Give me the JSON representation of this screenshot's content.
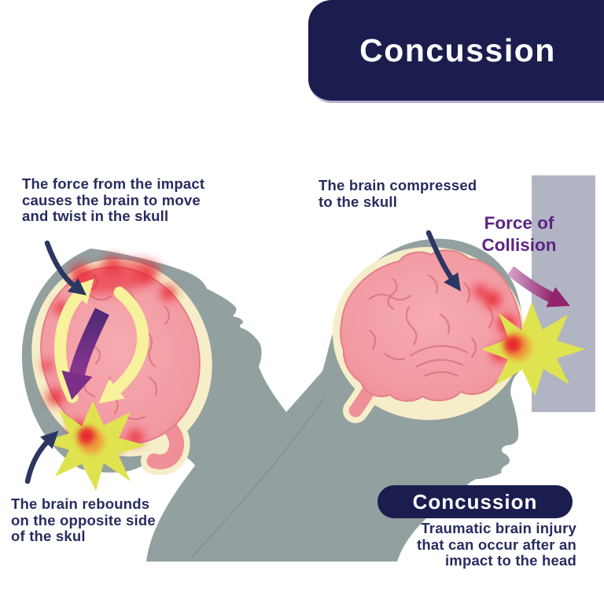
{
  "title_banner": {
    "label": "Concussion"
  },
  "annotations": {
    "impact_force": {
      "lines": [
        "The force from the impact",
        "causes the brain to move",
        "and twist in the skull"
      ]
    },
    "compressed": {
      "lines": [
        "The brain compressed",
        "to the skull"
      ]
    },
    "force_of_collision": {
      "lines": [
        "Force of",
        "Collision"
      ]
    },
    "rebound": {
      "lines": [
        "The brain rebounds",
        "on the opposite side",
        "of the skul"
      ]
    },
    "definition": {
      "heading": "Concussion",
      "lines": [
        "Traumatic brain injury",
        "that can occur after an",
        "impact to the head"
      ]
    }
  },
  "colors": {
    "navy": "#1b1d4e",
    "caption_navy": "#272c60",
    "purple_label": "#5d2384",
    "head_gray": "#93a0a0",
    "wall_gray": "#b1b5c3",
    "skull_cream": "#f6eec9",
    "brain_pink": "#f0939c",
    "impact_red": "#e8232e",
    "starburst_yellow": "#dfe350",
    "burst_orange": "#f09c3a",
    "rotation_arrow_yellow": "#f7f29b",
    "twist_arrow_purple": "#6f2c86",
    "collision_arrow_magenta": "#8c2a6f",
    "pointer_arrow_navy": "#2b3763"
  }
}
